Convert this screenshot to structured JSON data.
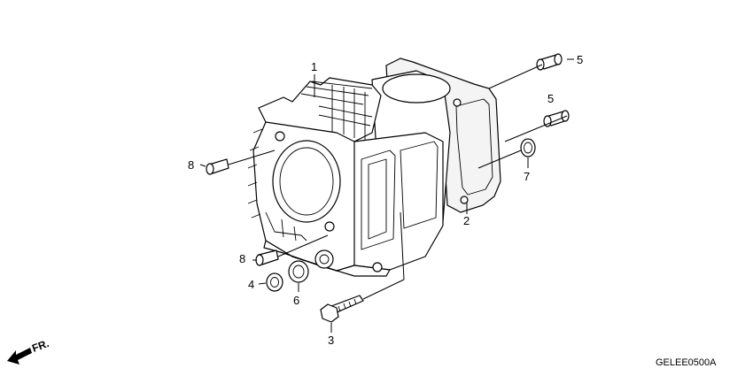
{
  "diagram": {
    "code": "GELEE0500A",
    "direction_label": "FR.",
    "callouts": {
      "c1": "1",
      "c2": "2",
      "c3": "3",
      "c4": "4",
      "c5a": "5",
      "c5b": "5",
      "c6": "6",
      "c7": "7",
      "c8a": "8",
      "c8b": "8"
    }
  }
}
